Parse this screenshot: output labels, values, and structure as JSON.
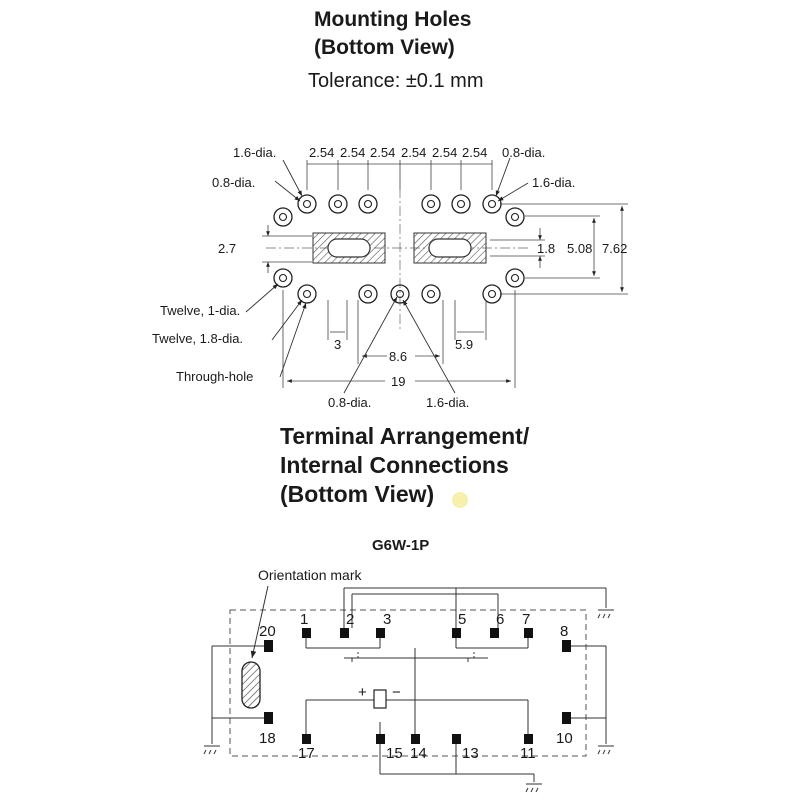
{
  "mounting": {
    "title_line1": "Mounting Holes",
    "title_line2": "(Bottom View)",
    "tolerance": "Tolerance: ±0.1 mm",
    "labels": {
      "dia16_top": "1.6-dia.",
      "dia08_left": "0.8-dia.",
      "dia08_right": "0.8-dia.",
      "dia16_right": "1.6-dia.",
      "twelve_1": "Twelve, 1-dia.",
      "twelve_18": "Twelve, 1.8-dia.",
      "through_hole": "Through-hole",
      "dia08_bottom": "0.8-dia.",
      "dia16_bottom": "1.6-dia."
    },
    "dims": {
      "pitch": [
        "2.54",
        "2.54",
        "2.54",
        "2.54",
        "2.54",
        "2.54"
      ],
      "d27": "2.7",
      "d18": "1.8",
      "d508": "5.08",
      "d762": "7.62",
      "d3": "3",
      "d86": "8.6",
      "d59": "5.9",
      "d19": "19"
    }
  },
  "terminal": {
    "title_line1": "Terminal Arrangement/",
    "title_line2": "Internal Connections",
    "title_line3": "(Bottom View)",
    "model": "G6W-1P",
    "orientation_mark": "Orientation mark",
    "plus": "+",
    "minus": "−",
    "pins_top": [
      "1",
      "2",
      "3",
      "5",
      "6",
      "7",
      "8",
      "20"
    ],
    "pins_bottom": [
      "18",
      "17",
      "15",
      "14",
      "13",
      "11",
      "10"
    ]
  }
}
